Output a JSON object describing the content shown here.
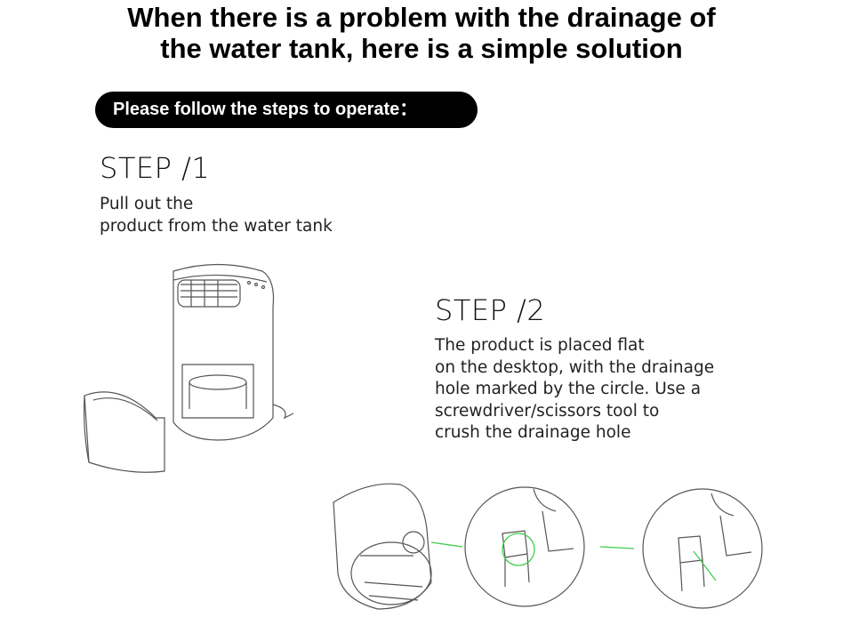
{
  "title": {
    "line1": "When there is a problem with the drainage of",
    "line2": "the water tank, here is a simple solution"
  },
  "banner": "Please follow the steps to operate：",
  "steps": [
    {
      "heading": "STEP /1",
      "lines": [
        "Pull out the",
        "product from the water tank"
      ]
    },
    {
      "heading": "STEP /2",
      "lines": [
        "The product is placed flat",
        "on the desktop, with the drainage",
        "hole marked by the circle. Use a",
        "screwdriver/scissors tool to",
        "crush the drainage hole"
      ]
    }
  ],
  "colors": {
    "accent_arrow": "#3ecf4a",
    "banner_bg": "#000000"
  }
}
